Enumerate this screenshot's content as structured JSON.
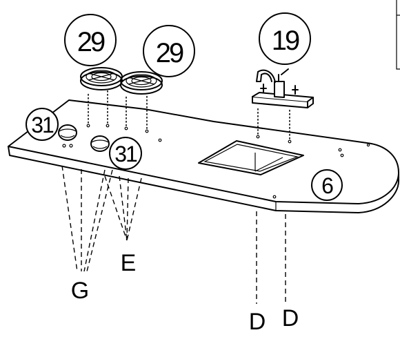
{
  "callouts": {
    "rings_left": "29",
    "rings_right": "29",
    "faucet": "19",
    "grommet_left": "31",
    "grommet_right": "31",
    "tabletop": "6"
  },
  "labels": {
    "g": "G",
    "e": "E",
    "d_left": "D",
    "d_right": "D"
  }
}
